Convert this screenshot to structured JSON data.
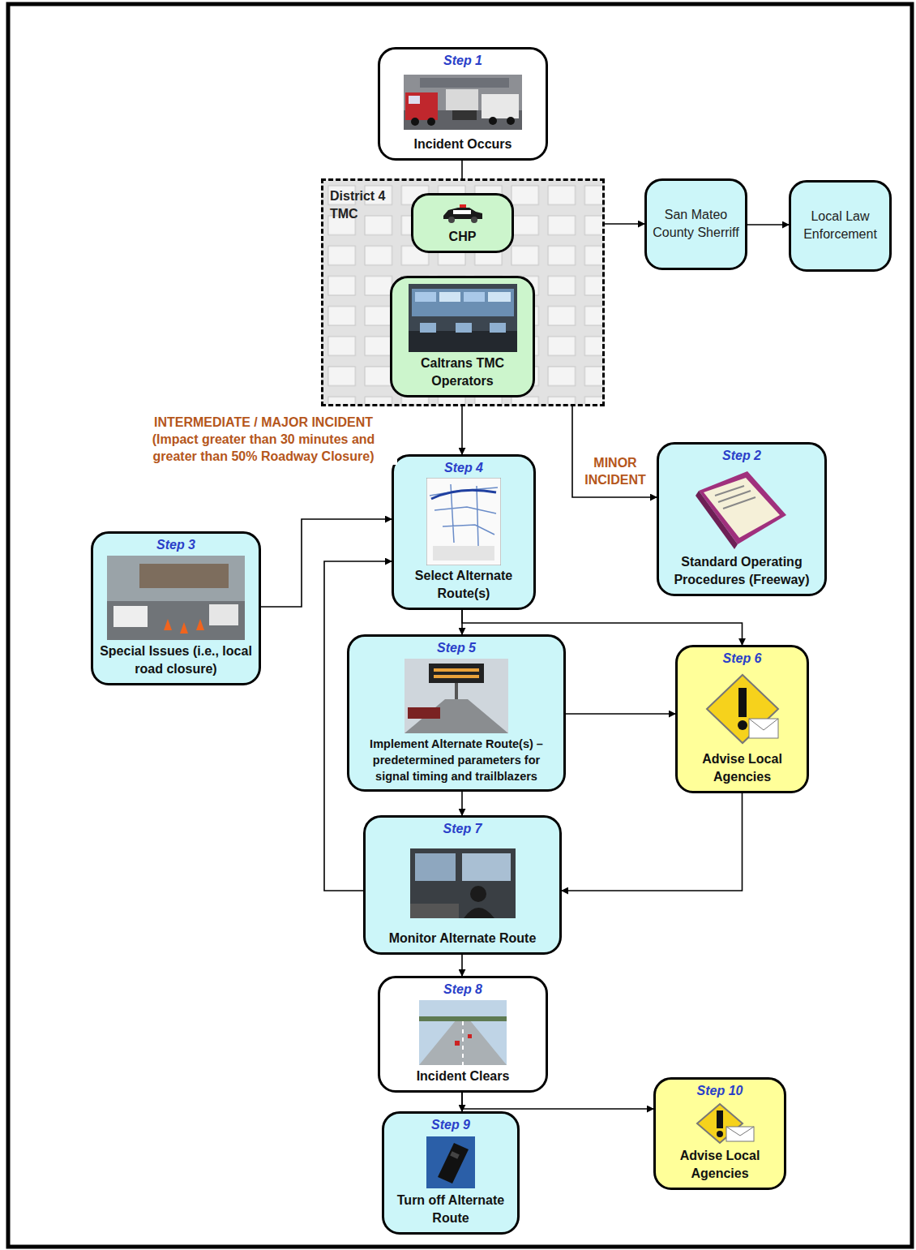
{
  "diagram": {
    "nodes": [
      {
        "text": [
          "Step 1",
          "Incident Occurs"
        ]
      },
      {
        "text": [
          "District 4 TMC"
        ]
      },
      {
        "text": [
          "CHP"
        ],
        "in": 1
      },
      {
        "text": [
          "Caltrans TMC Operators"
        ],
        "in": 1
      },
      {
        "text": [
          "San Mateo County Sherriff"
        ]
      },
      {
        "text": [
          "Local Law Enforcement"
        ]
      },
      {
        "text": [
          "Step 2",
          "Standard Operating Procedures (Freeway)"
        ]
      },
      {
        "text": [
          "Step 4",
          "Select Alternate Route(s)"
        ]
      },
      {
        "text": [
          "Step 3",
          "Special Issues (i.e., local road closure)"
        ]
      },
      {
        "text": [
          "Step 5",
          "Implement Alternate Route(s) – predetermined parameters for signal timing and trailblazers"
        ]
      },
      {
        "text": [
          "Step 6",
          "Advise Local Agencies"
        ]
      },
      {
        "text": [
          "Step 7",
          "Monitor Alternate Route"
        ]
      },
      {
        "text": [
          "Step 8",
          "Incident Clears"
        ]
      },
      {
        "text": [
          "Step 9",
          "Turn off Alternate Route"
        ]
      },
      {
        "text": [
          "Step 10",
          "Advise Local Agencies"
        ]
      }
    ],
    "edges": [
      {
        "from": 0,
        "to": 2,
        "arrow": "to"
      },
      {
        "from": 2,
        "to": 3,
        "arrow": "both"
      },
      {
        "from": 1,
        "to": 4,
        "arrow": "to"
      },
      {
        "from": 4,
        "to": 5,
        "arrow": "to"
      },
      {
        "from": 1,
        "to": 7,
        "arrow": "to",
        "label": "INTERMEDIATE / MAJOR INCIDENT (Impact greater than 30 minutes and greater than 50% Roadway Closure)"
      },
      {
        "from": 1,
        "to": 6,
        "arrow": "to",
        "label": "MINOR INCIDENT"
      },
      {
        "from": 8,
        "to": 7,
        "arrow": "to"
      },
      {
        "from": 7,
        "to": 9,
        "arrow": "to"
      },
      {
        "from": 7,
        "to": 10,
        "arrow": "to"
      },
      {
        "from": 9,
        "to": 10,
        "arrow": "to"
      },
      {
        "from": 9,
        "to": 11,
        "arrow": "to"
      },
      {
        "from": 10,
        "to": 11,
        "arrow": "to"
      },
      {
        "from": 11,
        "to": 7,
        "arrow": "to"
      },
      {
        "from": 11,
        "to": 12,
        "arrow": "to"
      },
      {
        "from": 12,
        "to": 13,
        "arrow": "to"
      },
      {
        "from": 12,
        "to": 14,
        "arrow": "to"
      }
    ]
  }
}
